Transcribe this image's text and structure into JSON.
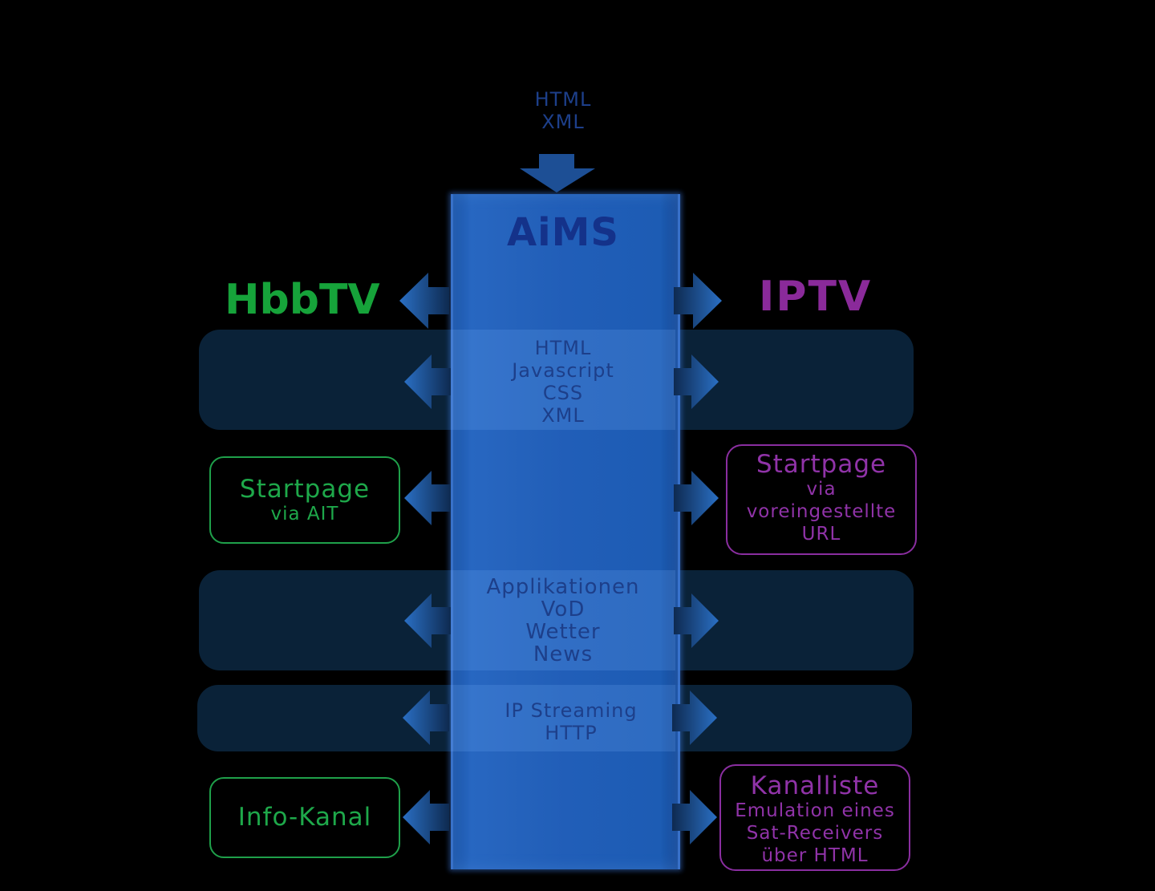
{
  "input": {
    "line1": "HTML",
    "line2": "XML"
  },
  "center": {
    "title": "AiMS"
  },
  "left": {
    "title": "HbbTV"
  },
  "right": {
    "title": "IPTV"
  },
  "rows": {
    "web": {
      "lines": [
        "HTML",
        "Javascript",
        "CSS",
        "XML"
      ]
    },
    "apps": {
      "lines": [
        "Applikationen",
        "VoD",
        "Wetter",
        "News"
      ]
    },
    "stream": {
      "lines": [
        "IP Streaming",
        "HTTP"
      ]
    }
  },
  "boxes": {
    "left_start": {
      "title": "Startpage",
      "sub": "via AIT"
    },
    "right_start": {
      "title": "Startpage",
      "sub1": "via",
      "sub2": "voreingestellte",
      "sub3": "URL"
    },
    "left_info": {
      "title": "Info-Kanal"
    },
    "right_kanal": {
      "title": "Kanalliste",
      "sub1": "Emulation eines",
      "sub2": "Sat-Receivers",
      "sub3": "über HTML"
    }
  },
  "colors": {
    "background": "#000000",
    "pillar": "#2466c6",
    "band": "#0a2238",
    "hbbtv": "#16a33a",
    "iptv": "#8a2a9a",
    "arrow": "#1f5fae"
  }
}
